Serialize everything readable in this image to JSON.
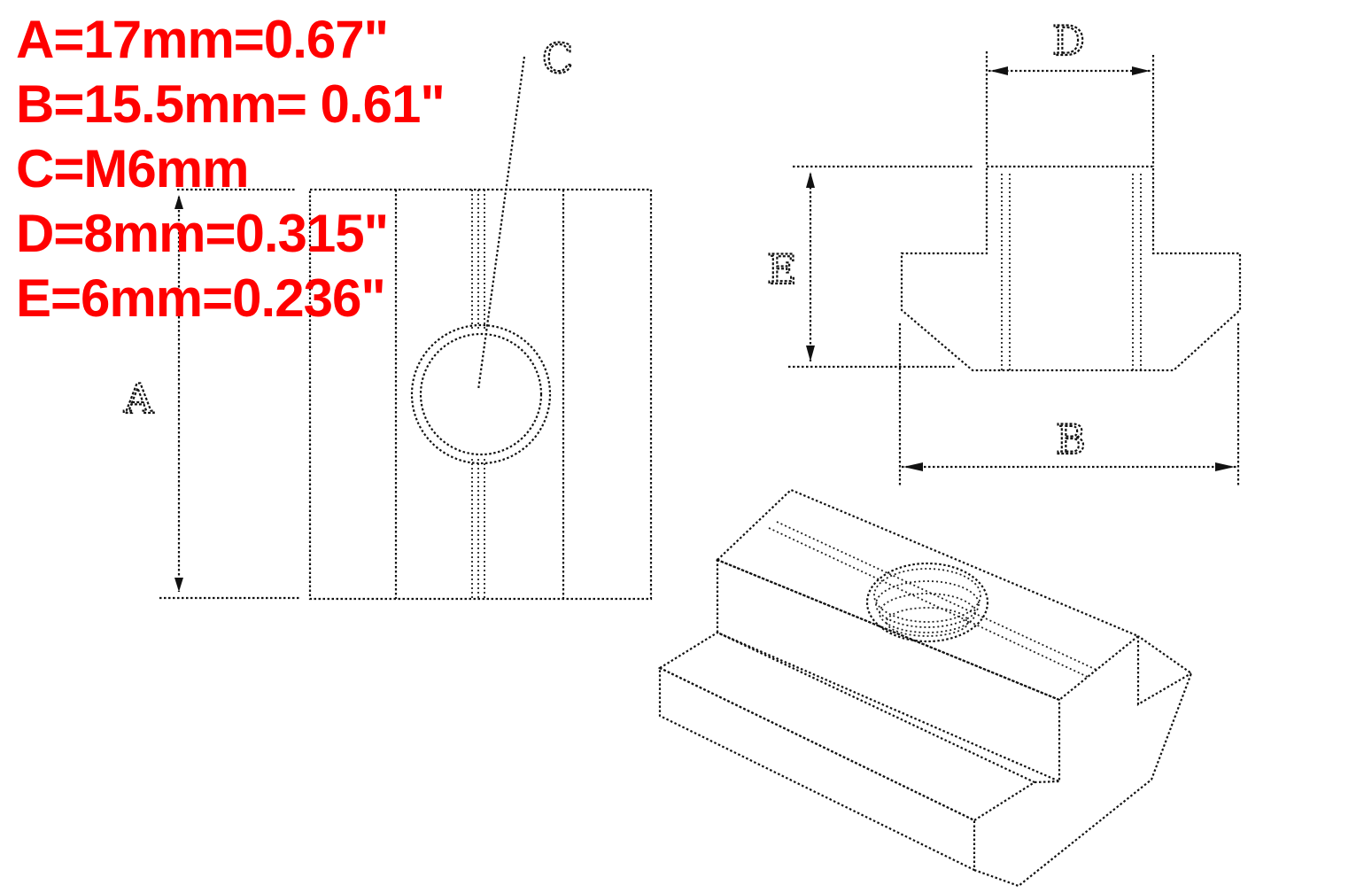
{
  "specs": [
    {
      "dim": "A",
      "text": "A=17mm=0.67\""
    },
    {
      "dim": "B",
      "text": "B=15.5mm= 0.61\""
    },
    {
      "dim": "C",
      "text": "C=M6mm"
    },
    {
      "dim": "D",
      "text": "D=8mm=0.315\""
    },
    {
      "dim": "E",
      "text": "E=6mm=0.236\""
    }
  ],
  "labels": {
    "a": "A",
    "b": "B",
    "c": "C",
    "d": "D",
    "e": "E"
  },
  "colors": {
    "spec_text": "#ff0000",
    "line": "#111111",
    "background": "#ffffff"
  }
}
